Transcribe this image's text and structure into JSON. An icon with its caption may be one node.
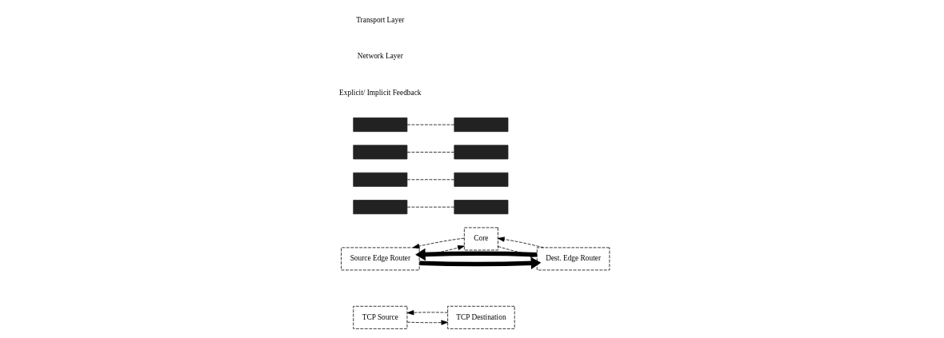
{
  "diagram": {
    "nodes": [
      {
        "text": [
          "TCP Source"
        ]
      },
      {
        "text": [
          "Source Edge Router"
        ]
      },
      {
        "text": [
          "Core"
        ]
      },
      {
        "text": [
          "Dest. Edge Router"
        ]
      },
      {
        "text": [
          "TCP Destination"
        ]
      },
      {
        "text": [],
        "shape": "bar"
      },
      {
        "text": [],
        "shape": "bar"
      },
      {
        "text": [],
        "shape": "bar"
      },
      {
        "text": [],
        "shape": "bar"
      },
      {
        "text": [],
        "shape": "bar"
      },
      {
        "text": [],
        "shape": "bar"
      },
      {
        "text": [],
        "shape": "bar"
      },
      {
        "text": [],
        "shape": "bar"
      }
    ],
    "edges": [
      {
        "from": 0,
        "to": 4,
        "arrow": "to",
        "style": "dashed"
      },
      {
        "from": 1,
        "to": 3,
        "arrow": "to",
        "style": "thick"
      },
      {
        "from": 5,
        "to": 6,
        "arrow": "none",
        "style": "dashed"
      },
      {
        "from": 7,
        "to": 8,
        "arrow": "none",
        "style": "dashed"
      },
      {
        "from": 1,
        "to": 2,
        "arrow": "to",
        "style": "dashed"
      },
      {
        "from": 2,
        "to": 3,
        "arrow": "to",
        "style": "dashed"
      },
      {
        "from": 2,
        "to": 1,
        "arrow": "to",
        "style": "dashed"
      },
      {
        "from": 3,
        "to": 2,
        "arrow": "to",
        "style": "dashed"
      },
      {
        "from": 9,
        "to": 10,
        "arrow": "none",
        "style": "dashed"
      },
      {
        "from": 11,
        "to": 12,
        "arrow": "none",
        "style": "dashed"
      },
      {
        "from": 3,
        "to": 1,
        "arrow": "to",
        "style": "thick"
      },
      {
        "from": 4,
        "to": 0,
        "arrow": "to",
        "style": "dashed"
      }
    ],
    "labels": [
      "Explicit/ Implicit Feedback",
      "Network Layer",
      "Transport Layer"
    ]
  }
}
